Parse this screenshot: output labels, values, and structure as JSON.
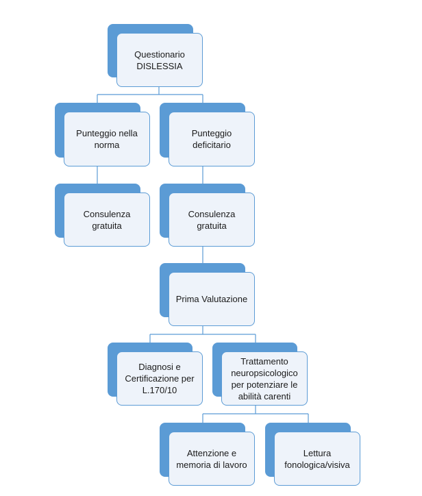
{
  "diagram": {
    "root": "Questionario DISLESSIA",
    "branch_normal": "Punteggio nella norma",
    "branch_deficit": "Punteggio deficitario",
    "consult_left": "Consulenza gratuita",
    "consult_right": "Consulenza gratuita",
    "first_evaluation": "Prima Valutazione",
    "diagnosis": "Diagnosi e Certificazione per L.170/10",
    "treatment": "Trattamento neuropsicologico per potenziare le abilità carenti",
    "attention_memory": "Attenzione e memoria di lavoro",
    "reading": "Lettura fonologica/visiva"
  },
  "colors": {
    "accent": "#5b9bd5",
    "box_fill": "#eef3fa",
    "text": "#1a1a1a"
  }
}
